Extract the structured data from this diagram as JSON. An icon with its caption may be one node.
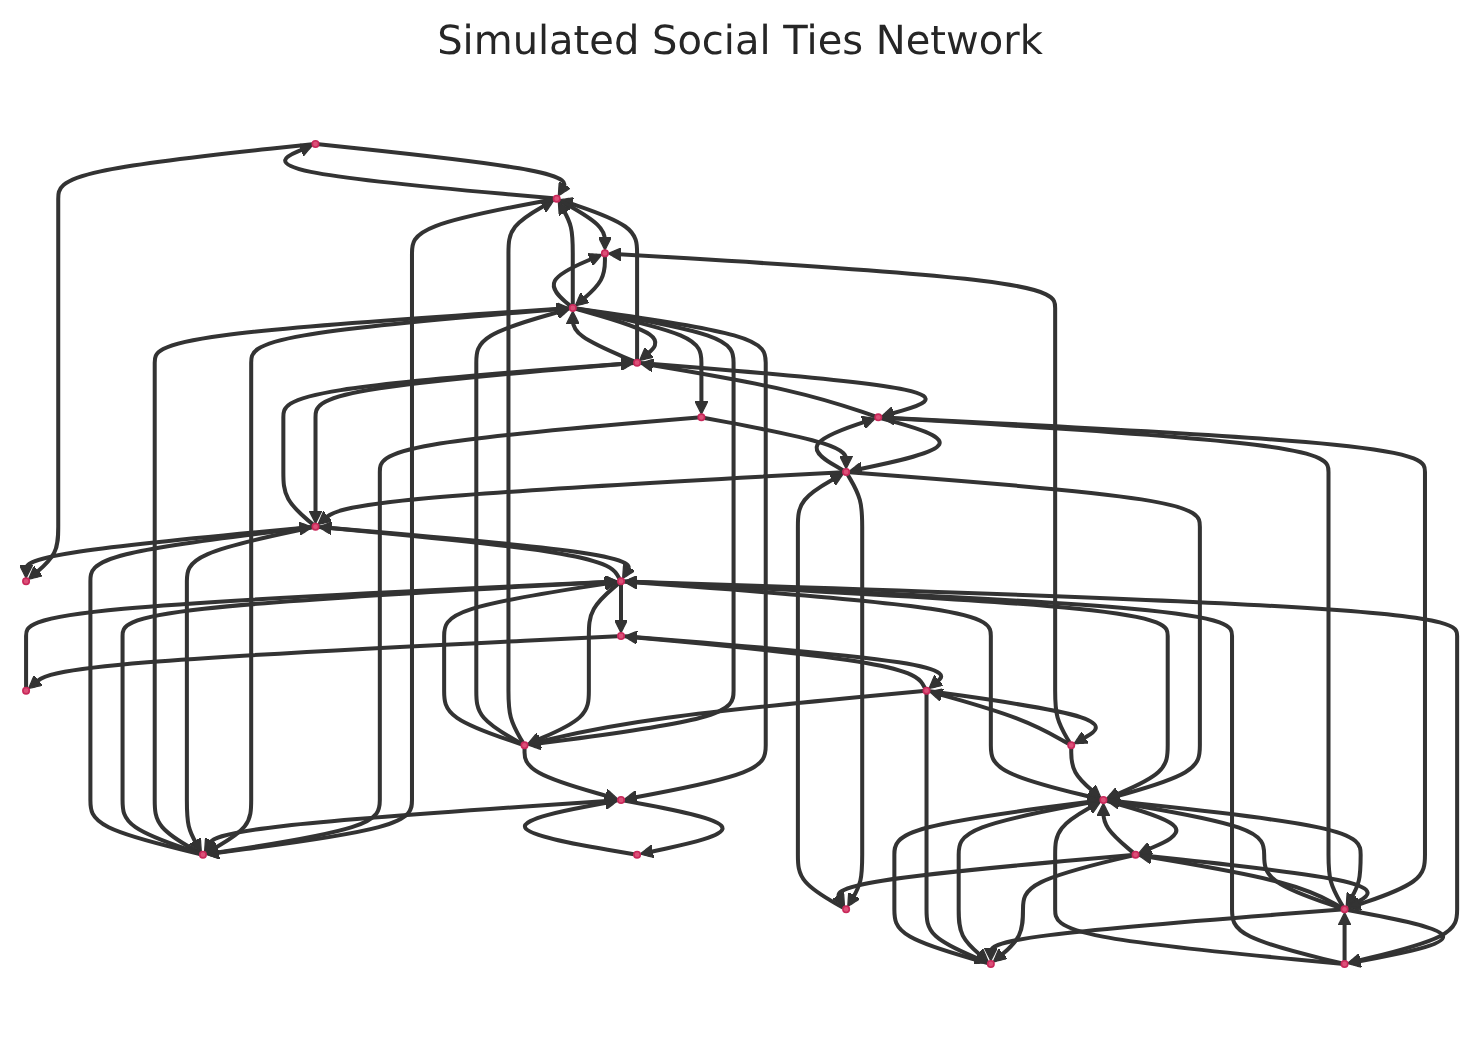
{
  "diagram": {
    "title": "Simulated Social Ties Network",
    "nodes": [
      {
        "text": [],
        "shape": "circle"
      },
      {
        "text": [],
        "shape": "circle"
      },
      {
        "text": [],
        "shape": "circle"
      },
      {
        "text": [],
        "shape": "circle"
      },
      {
        "text": [],
        "shape": "circle"
      },
      {
        "text": [],
        "shape": "circle"
      },
      {
        "text": [],
        "shape": "circle"
      },
      {
        "text": [],
        "shape": "circle"
      },
      {
        "text": [],
        "shape": "circle"
      },
      {
        "text": [],
        "shape": "circle"
      },
      {
        "text": [],
        "shape": "circle"
      },
      {
        "text": [],
        "shape": "circle"
      },
      {
        "text": [],
        "shape": "circle"
      },
      {
        "text": [],
        "shape": "circle"
      },
      {
        "text": [],
        "shape": "circle"
      },
      {
        "text": [],
        "shape": "circle"
      },
      {
        "text": [],
        "shape": "circle"
      },
      {
        "text": [],
        "shape": "circle"
      },
      {
        "text": [],
        "shape": "circle"
      },
      {
        "text": [],
        "shape": "circle"
      },
      {
        "text": [],
        "shape": "circle"
      },
      {
        "text": [],
        "shape": "circle"
      },
      {
        "text": [],
        "shape": "circle"
      },
      {
        "text": [],
        "shape": "circle"
      },
      {
        "text": [],
        "shape": "circle"
      }
    ],
    "edges": [
      {
        "from": 0,
        "to": 1,
        "arrow": "to"
      },
      {
        "from": 0,
        "to": 2,
        "arrow": "to"
      },
      {
        "from": 2,
        "to": 0,
        "arrow": "to"
      },
      {
        "from": 7,
        "to": 1,
        "arrow": "to"
      },
      {
        "from": 4,
        "to": 2,
        "arrow": "to"
      },
      {
        "from": 2,
        "to": 8,
        "arrow": "to"
      },
      {
        "from": 6,
        "to": 2,
        "arrow": "to"
      },
      {
        "from": 16,
        "to": 2,
        "arrow": "to"
      },
      {
        "from": 2,
        "to": 11,
        "arrow": "to"
      },
      {
        "from": 3,
        "to": 5,
        "arrow": "to"
      },
      {
        "from": 5,
        "to": 3,
        "arrow": "to"
      },
      {
        "from": 4,
        "to": 3,
        "arrow": "to"
      },
      {
        "from": 3,
        "to": 4,
        "arrow": "to"
      },
      {
        "from": 6,
        "to": 4,
        "arrow": "to"
      },
      {
        "from": 4,
        "to": 6,
        "arrow": "to"
      },
      {
        "from": 5,
        "to": 9,
        "arrow": "to"
      },
      {
        "from": 9,
        "to": 5,
        "arrow": "to"
      },
      {
        "from": 5,
        "to": 7,
        "arrow": "to"
      },
      {
        "from": 10,
        "to": 5,
        "arrow": "to"
      },
      {
        "from": 3,
        "to": 14,
        "arrow": "to"
      },
      {
        "from": 14,
        "to": 3,
        "arrow": "to"
      },
      {
        "from": 6,
        "to": 10,
        "arrow": "to"
      },
      {
        "from": 10,
        "to": 11,
        "arrow": "to"
      },
      {
        "from": 5,
        "to": 20,
        "arrow": "to"
      },
      {
        "from": 8,
        "to": 6,
        "arrow": "to"
      },
      {
        "from": 6,
        "to": 8,
        "arrow": "to"
      },
      {
        "from": 6,
        "to": 12,
        "arrow": "to"
      },
      {
        "from": 6,
        "to": 16,
        "arrow": "to"
      },
      {
        "from": 16,
        "to": 6,
        "arrow": "to"
      },
      {
        "from": 6,
        "to": 11,
        "arrow": "to"
      },
      {
        "from": 11,
        "to": 6,
        "arrow": "to"
      },
      {
        "from": 12,
        "to": 11,
        "arrow": "to"
      },
      {
        "from": 12,
        "to": 13,
        "arrow": "to"
      },
      {
        "from": 13,
        "to": 12,
        "arrow": "to"
      },
      {
        "from": 16,
        "to": 12,
        "arrow": "to"
      },
      {
        "from": 4,
        "to": 7,
        "arrow": "to"
      },
      {
        "from": 7,
        "to": 4,
        "arrow": "to"
      },
      {
        "from": 15,
        "to": 14,
        "arrow": "to"
      },
      {
        "from": 14,
        "to": 15,
        "arrow": "to"
      },
      {
        "from": 17,
        "to": 20,
        "arrow": "to"
      },
      {
        "from": 20,
        "to": 17,
        "arrow": "to"
      },
      {
        "from": 19,
        "to": 14,
        "arrow": "to"
      },
      {
        "from": 14,
        "to": 19,
        "arrow": "to"
      },
      {
        "from": 19,
        "to": 20,
        "arrow": "to"
      },
      {
        "from": 20,
        "to": 19,
        "arrow": "to"
      },
      {
        "from": 19,
        "to": 22,
        "arrow": "to"
      },
      {
        "from": 14,
        "to": 22,
        "arrow": "to"
      },
      {
        "from": 20,
        "to": 22,
        "arrow": "to"
      },
      {
        "from": 22,
        "to": 20,
        "arrow": "to"
      },
      {
        "from": 17,
        "to": 23,
        "arrow": "to"
      },
      {
        "from": 23,
        "to": 18,
        "arrow": "to"
      },
      {
        "from": 21,
        "to": 20,
        "arrow": "to"
      },
      {
        "from": 24,
        "to": 16,
        "arrow": "to"
      },
      {
        "from": 21,
        "to": 8,
        "arrow": "to"
      },
      {
        "from": 24,
        "to": 21,
        "arrow": "to"
      },
      {
        "from": 21,
        "to": 24,
        "arrow": "to"
      },
      {
        "from": 23,
        "to": 24,
        "arrow": "to"
      },
      {
        "from": 24,
        "to": 23,
        "arrow": "to"
      },
      {
        "from": 24,
        "to": 22,
        "arrow": "to"
      },
      {
        "from": 19,
        "to": 9,
        "arrow": "to"
      },
      {
        "from": 15,
        "to": 17,
        "arrow": "to"
      },
      {
        "from": 17,
        "to": 15,
        "arrow": "to"
      },
      {
        "from": 16,
        "to": 17,
        "arrow": "to"
      },
      {
        "from": 17,
        "to": 16,
        "arrow": "to"
      },
      {
        "from": 11,
        "to": 17,
        "arrow": "to"
      },
      {
        "from": 18,
        "to": 17,
        "arrow": "to"
      },
      {
        "from": 7,
        "to": 17,
        "arrow": "to"
      },
      {
        "from": 17,
        "to": 7,
        "arrow": "to"
      },
      {
        "from": 11,
        "to": 7,
        "arrow": "to"
      },
      {
        "from": 7,
        "to": 11,
        "arrow": "to"
      },
      {
        "from": 15,
        "to": 20,
        "arrow": "to"
      },
      {
        "from": 14,
        "to": 20,
        "arrow": "to"
      },
      {
        "from": 20,
        "to": 14,
        "arrow": "to"
      }
    ]
  }
}
